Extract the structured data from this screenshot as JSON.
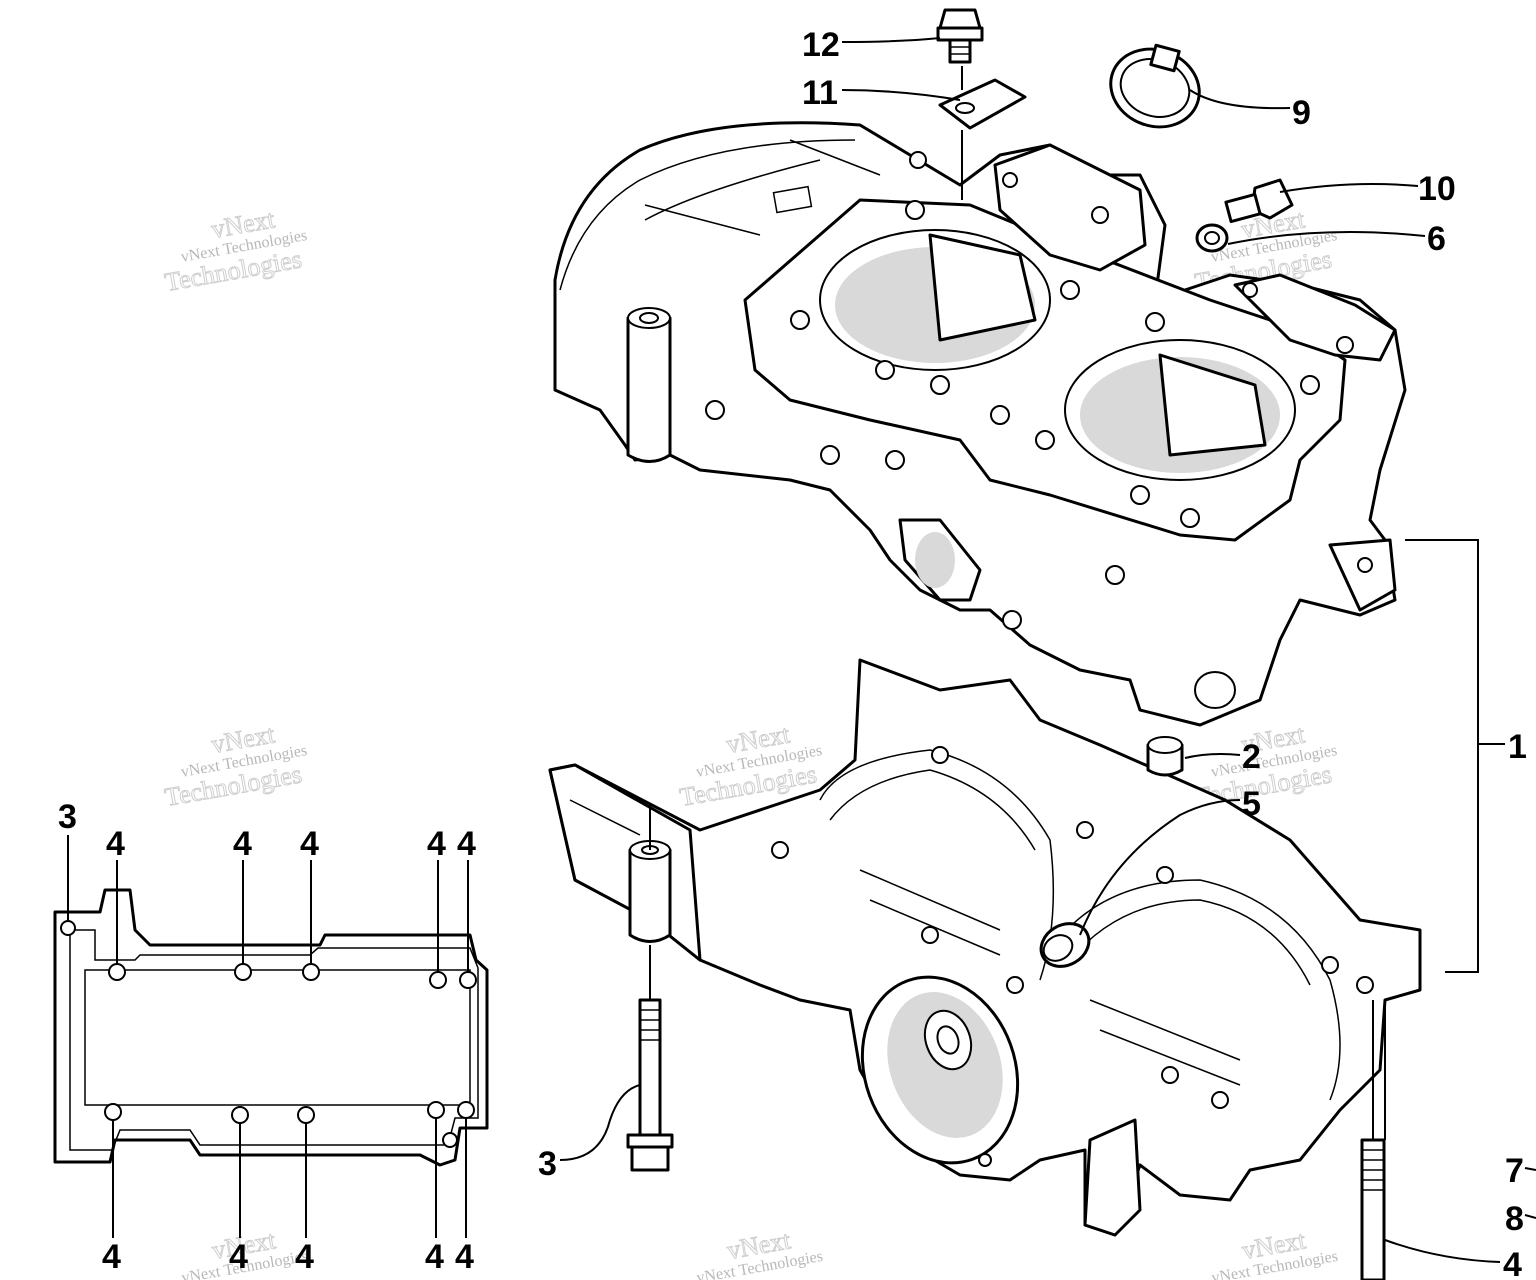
{
  "watermark": {
    "line1": "vNext",
    "line2": "vNext Technologies",
    "line3": "Technologies"
  },
  "callouts": {
    "c1": "1",
    "c2": "2",
    "c3a": "3",
    "c3b": "3",
    "c4": "4",
    "c5": "5",
    "c6": "6",
    "c7": "7",
    "c8": "8",
    "c9": "9",
    "c10": "10",
    "c11": "11",
    "c12": "12"
  }
}
